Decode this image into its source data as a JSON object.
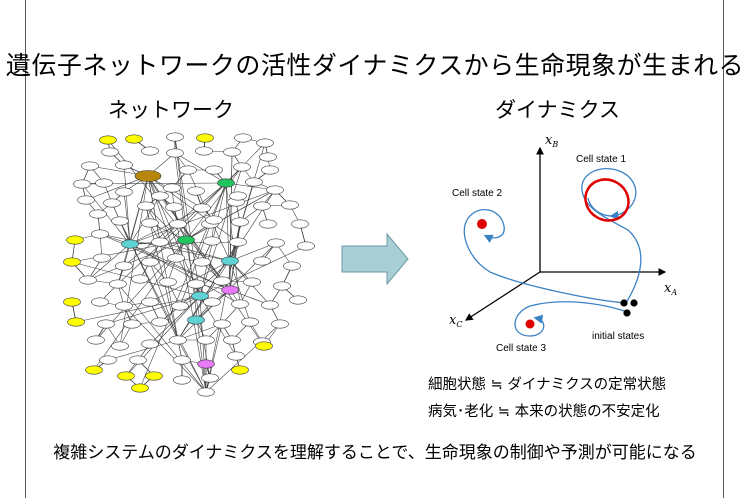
{
  "title": "遺伝子ネットワークの活性ダイナミクスから生命現象が生まれる",
  "network_label": "ネットワーク",
  "dynamics_label": "ダイナミクス",
  "states": {
    "cell_state_1": "Cell state 1",
    "cell_state_2": "Cell state 2",
    "cell_state_3": "Cell state 3",
    "initial_states": "initial states"
  },
  "axes": {
    "xa": "x",
    "xa_sub": "A",
    "xb": "x",
    "xb_sub": "B",
    "xc": "x",
    "xc_sub": "C"
  },
  "equations": {
    "line1": "細胞状態 ≒ ダイナミクスの定常状態",
    "line2": "病気･老化 ≒ 本来の状態の不安定化"
  },
  "caption": "複雑システムのダイナミクスを理解することで、生命現象の制御や予測が可能になる",
  "colors": {
    "yellow": "#ffff00",
    "brown": "#b8860b",
    "green": "#22c55e",
    "cyan": "#5fd3d3",
    "pink": "#e879f9",
    "arrow": "#a8cfd6",
    "attractor": "#e00000",
    "trajectory": "#3b82c4"
  }
}
